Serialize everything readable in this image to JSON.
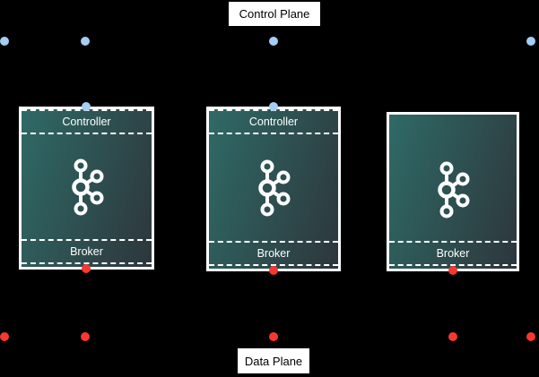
{
  "labels": {
    "control_plane": "Control Plane",
    "data_plane": "Data Plane"
  },
  "nodes": [
    {
      "controller_label": "Controller",
      "broker_label": "Broker"
    },
    {
      "controller_label": "Controller",
      "broker_label": "Broker"
    },
    {
      "broker_label": "Broker"
    }
  ],
  "icons": {
    "kafka_logo": "kafka-logo-icon",
    "control_point": "blue-connection-dot",
    "data_point": "red-connection-dot"
  },
  "colors": {
    "background": "#000000",
    "node_gradient_start": "#2f6a66",
    "node_gradient_end": "#2d363c",
    "node_border": "#ffffff",
    "node_text": "#ffffff",
    "dashed_line": "#ffffff",
    "label_bg": "#ffffff",
    "label_text": "#000000",
    "control_point": "#a5cdf5",
    "data_point": "#f7382e"
  }
}
